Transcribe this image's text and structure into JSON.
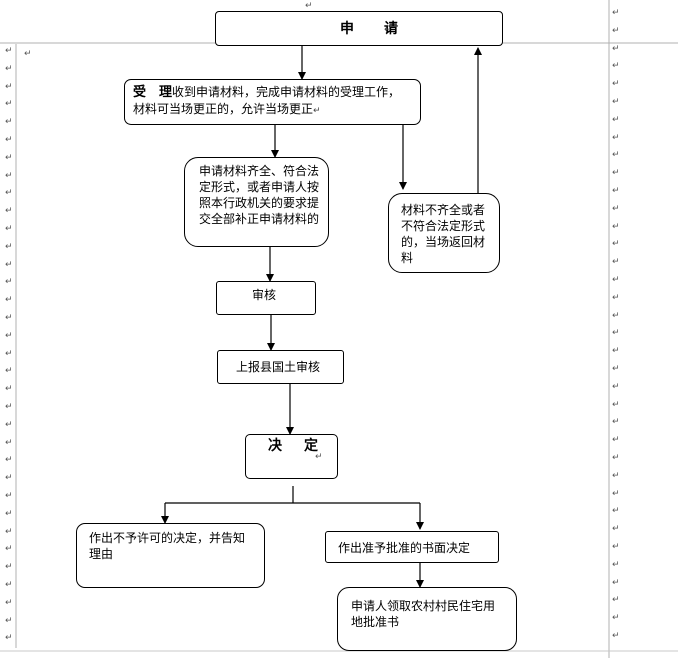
{
  "diagram": {
    "apply": "申　请",
    "accept_title": "受　理",
    "accept_body_1": "收到申请材料，完成申请材料的受理工作，",
    "accept_body_2": "材料可当场更正的，允许当场更正",
    "complete_text": "申请材料齐全、符合法定形式，或者申请人按照本行政机关的要求提交全部补正申请材料的",
    "incomplete_text": "材料不齐全或者不符合法定形式的，当场返回材料",
    "review": "审核",
    "county_review": "上报县国土审核",
    "decision": "决　定",
    "deny": "作出不予许可的决定，并告知理由",
    "approve": "作出准予批准的书面决定",
    "receive": "申请人领取农村村民住宅用地批准书"
  },
  "paragraph_mark": "↵"
}
